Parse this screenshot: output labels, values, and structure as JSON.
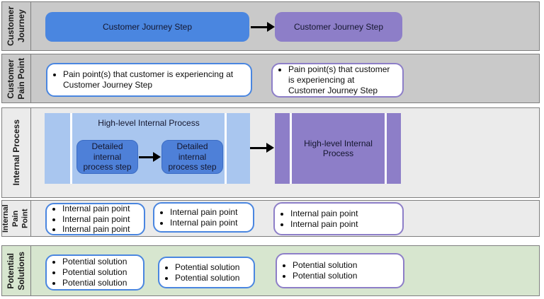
{
  "colors": {
    "step_blue": "#4a86e0",
    "step_purple": "#8d7ec8",
    "process_light_blue": "#a9c6ef",
    "detail_step_blue": "#4e80d8",
    "lane_gray": "#c9c9c9",
    "lane_light_gray": "#ebebeb",
    "lane_green": "#d7e6cf",
    "arrow_black": "#000000"
  },
  "lanes": {
    "customer_journey": {
      "label": "Customer\nJourney",
      "steps": [
        {
          "label": "Customer Journey Step"
        },
        {
          "label": "Customer Journey Step"
        }
      ]
    },
    "customer_pain_point": {
      "label": "Customer\nPain Point",
      "boxes": [
        {
          "bullets": [
            "Pain point(s) that customer is experiencing at\nCustomer Journey Step"
          ]
        },
        {
          "bullets": [
            "Pain point(s) that customer\nis experiencing at\nCustomer Journey Step"
          ]
        }
      ]
    },
    "internal_process": {
      "label": "Internal Process",
      "high_level_left": {
        "title": "High-level Internal Process",
        "detailed_steps": [
          {
            "label": "Detailed internal process step"
          },
          {
            "label": "Detailed internal process step"
          }
        ]
      },
      "high_level_right": {
        "title": "High-level Internal Process"
      }
    },
    "internal_pain_point": {
      "label": "Internal\nPain Point",
      "boxes": [
        {
          "bullets": [
            "Internal pain point",
            "Internal pain point",
            "Internal pain point"
          ]
        },
        {
          "bullets": [
            "Internal pain point",
            "Internal pain point"
          ]
        },
        {
          "bullets": [
            "Internal pain point",
            "Internal pain point"
          ]
        }
      ]
    },
    "potential_solutions": {
      "label": "Potential\nSolutions",
      "boxes": [
        {
          "bullets": [
            "Potential solution",
            "Potential solution",
            "Potential solution"
          ]
        },
        {
          "bullets": [
            "Potential solution",
            "Potential solution"
          ]
        },
        {
          "bullets": [
            "Potential solution",
            "Potential solution"
          ]
        }
      ]
    }
  }
}
